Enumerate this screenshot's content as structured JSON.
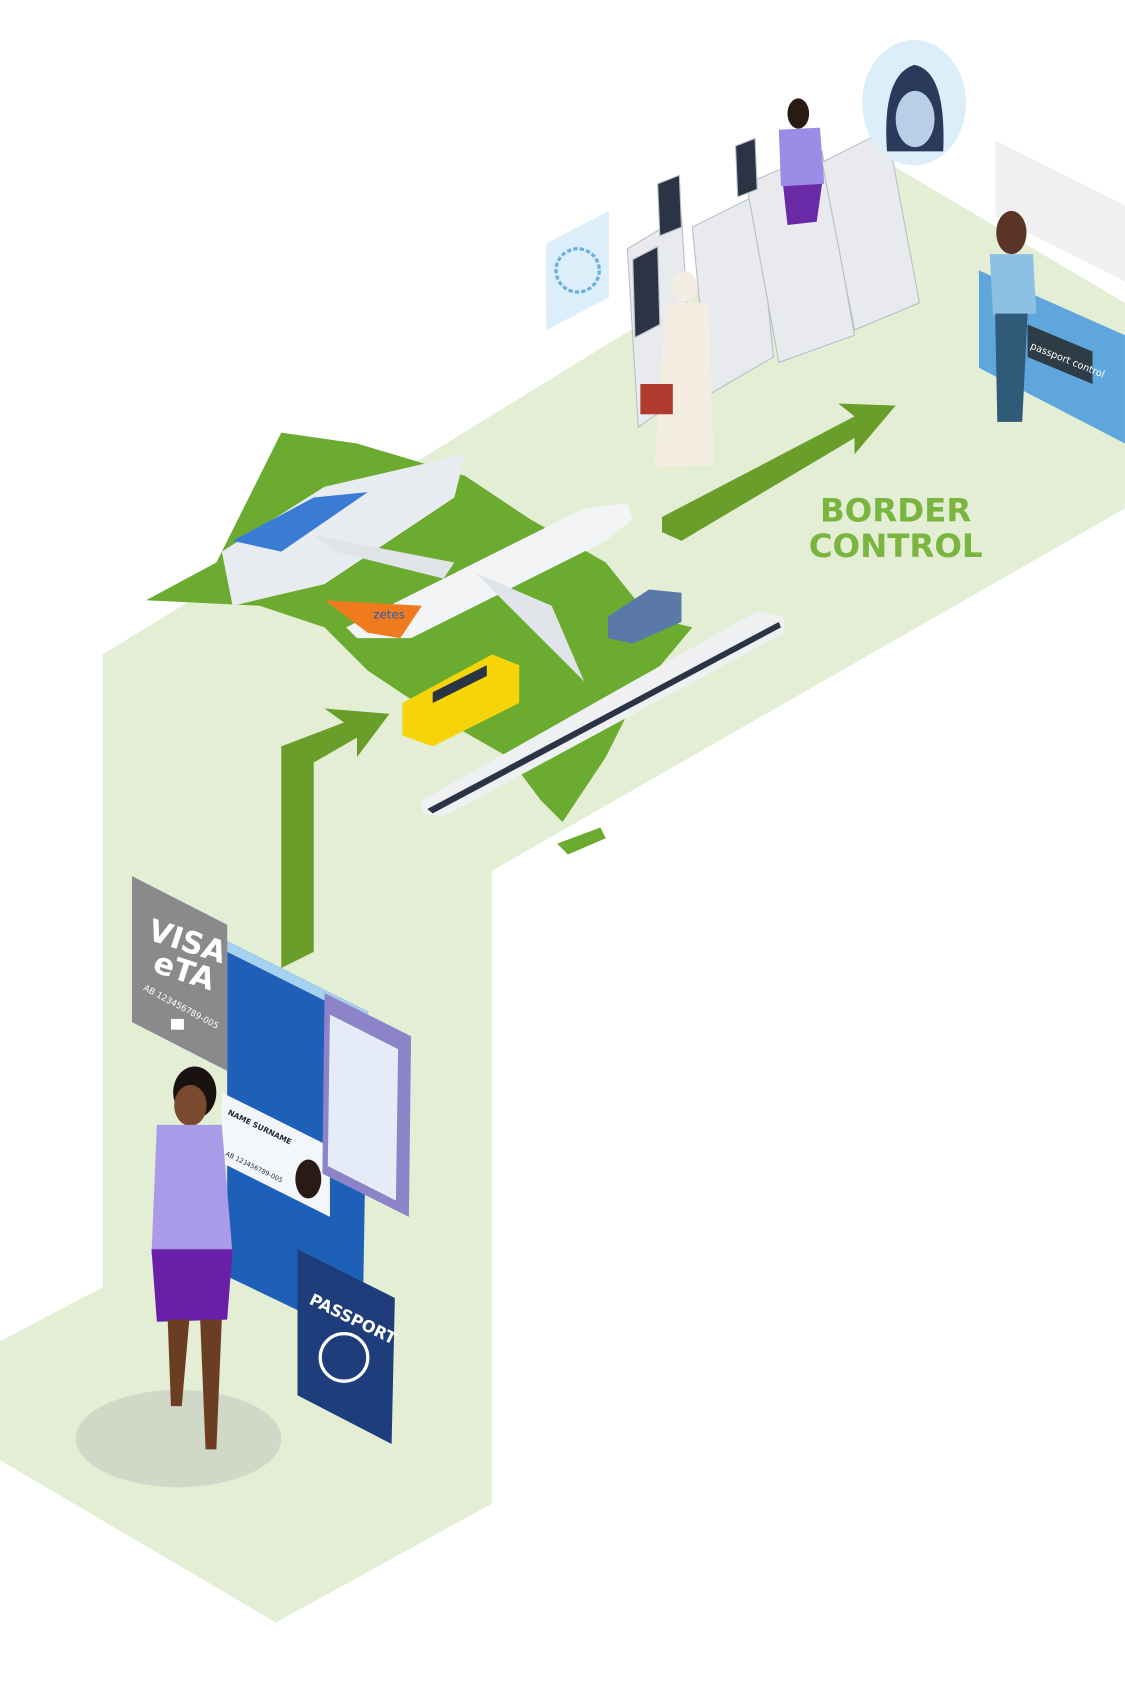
{
  "stages": {
    "border_control": {
      "line1": "BORDER",
      "line2": "CONTROL"
    },
    "documents": {
      "visa_title1": "VISA",
      "visa_title2": "eTA",
      "visa_number": "AB 123456789-005",
      "id_card_name": "NAME SURNAME",
      "id_card_number": "AB 123456789-005",
      "passport_label": "PASSPORT"
    },
    "travel": {
      "airline_brand": "zetes"
    },
    "counter_sign": "passport control"
  },
  "colors": {
    "path": "#e3eed5",
    "arrow": "#6a9e2a",
    "label": "#7ab540",
    "map": "#6aab30",
    "document_blue": "#1e5fb8"
  },
  "icons": [
    "fingerprint-icon",
    "face-scan-icon",
    "globe-icon",
    "chip-icon"
  ]
}
